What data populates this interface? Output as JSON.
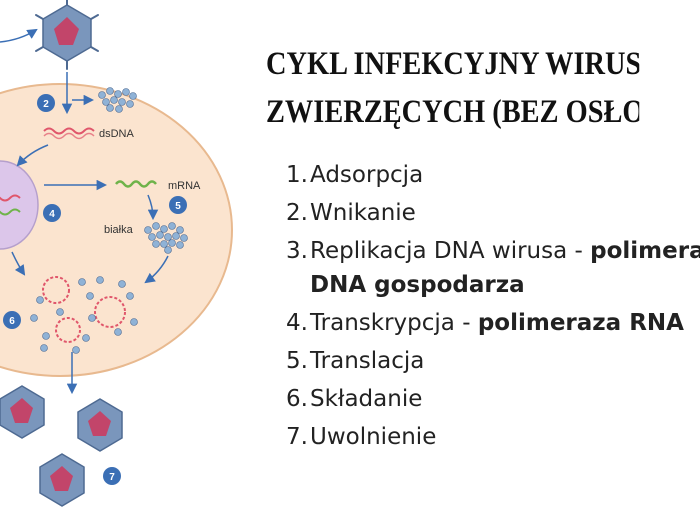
{
  "title": {
    "line1": "CYKL INFEKCYJNY WIRUSÓW",
    "line2": "ZWIERZĘCYCH  (BEZ OSŁONKI)"
  },
  "diagram": {
    "labels": {
      "dsdna": "dsDNA",
      "mrna": "mRNA",
      "proteins": "białka"
    },
    "badges": [
      "2",
      "4",
      "5",
      "6",
      "7"
    ],
    "colors": {
      "cell": "#fbe4cf",
      "nucleus": "#dcc6ea",
      "virus": "#7a96bc",
      "core": "#c2456a",
      "badge": "#3b6fb5",
      "mrna": "#6fb34a",
      "dna": "#e0566b"
    }
  },
  "steps": [
    {
      "num": "1.",
      "text": "Adsorpcja",
      "enzyme": "",
      "cont": ""
    },
    {
      "num": "2.",
      "text": "Wnikanie",
      "enzyme": "",
      "cont": ""
    },
    {
      "num": "3.",
      "text": "Replikacja DNA wirusa - ",
      "enzyme": "polimeraza",
      "cont": "DNA gospodarza"
    },
    {
      "num": "4.",
      "text": "Transkrypcja - ",
      "enzyme": "polimeraza RNA",
      "cont": ""
    },
    {
      "num": "5.",
      "text": "Translacja",
      "enzyme": "",
      "cont": ""
    },
    {
      "num": "6.",
      "text": "Składanie",
      "enzyme": "",
      "cont": ""
    },
    {
      "num": "7.",
      "text": "Uwolnienie",
      "enzyme": "",
      "cont": ""
    }
  ]
}
